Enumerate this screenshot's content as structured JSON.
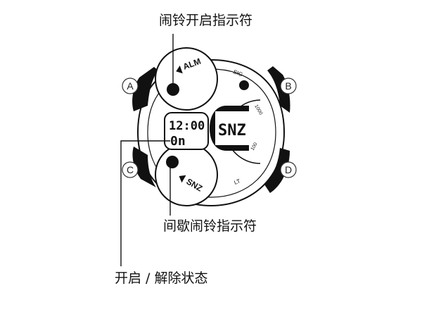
{
  "labels": {
    "alarm_on_indicator": "闹铃开启指示符",
    "snooze_alarm_indicator": "间歇闹铃指示符",
    "on_off_status": "开启 / 解除状态"
  },
  "buttons": {
    "a": "A",
    "b": "B",
    "c": "C",
    "d": "D"
  },
  "display": {
    "time": "12:00",
    "status": "0n",
    "main": "SNZ",
    "alm_mark": "ALM",
    "snz_mark": "SNZ",
    "sig": "SIG",
    "lt": "LT",
    "scale_top": "1000",
    "scale_bottom": "100"
  }
}
